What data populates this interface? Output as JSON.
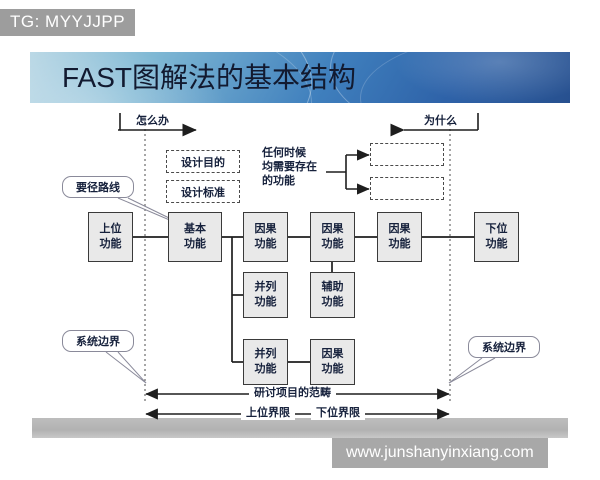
{
  "watermarks": {
    "top": "TG: MYYJJPP",
    "bottom": "www.junshanyinxiang.com"
  },
  "banner": {
    "title": "FAST图解法的基本结构"
  },
  "axis_labels": {
    "how": "怎么办",
    "why": "为什么"
  },
  "dashed_boxes": {
    "design_purpose": "设计目的",
    "design_standard": "设计标准",
    "right_top": "",
    "right_bottom": ""
  },
  "notes": {
    "always_needed": "任何时候均需要存在的功能"
  },
  "callouts": {
    "critical_path": "要径路线",
    "system_boundary_left": "系统边界",
    "system_boundary_right": "系统边界"
  },
  "boxes": {
    "upper_function": "上位功能",
    "basic_function": "基本功能",
    "causal_1": "因果功能",
    "causal_2": "因果功能",
    "causal_3": "因果功能",
    "lower_function": "下位功能",
    "parallel_1": "并列功能",
    "auxiliary": "辅助功能",
    "parallel_2": "并列功能",
    "causal_4": "因果功能"
  },
  "box_lines": {
    "upper_function": [
      "上位",
      "功能"
    ],
    "basic_function": [
      "基本",
      "功能"
    ],
    "causal_1": [
      "因果",
      "功能"
    ],
    "causal_2": [
      "因果",
      "功能"
    ],
    "causal_3": [
      "因果",
      "功能"
    ],
    "lower_function": [
      "下位",
      "功能"
    ],
    "parallel_1": [
      "并列",
      "功能"
    ],
    "auxiliary": [
      "辅助",
      "功能"
    ],
    "parallel_2": [
      "并列",
      "功能"
    ],
    "causal_4": [
      "因果",
      "功能"
    ]
  },
  "note_lines": [
    "任何时候",
    "均需要存在",
    "的功能"
  ],
  "scope_labels": {
    "project_scope": "研讨项目的范畴",
    "upper_limit": "上位界限",
    "lower_limit": "下位界限"
  },
  "colors": {
    "banner_start": "#bcd9e6",
    "banner_end": "#27508f",
    "box_fill": "#e9e9e9",
    "box_border": "#3a3a3a",
    "watermark_bg": "#9d9d9d",
    "footer_band": "#b2b2b2",
    "text": "#16213c"
  }
}
